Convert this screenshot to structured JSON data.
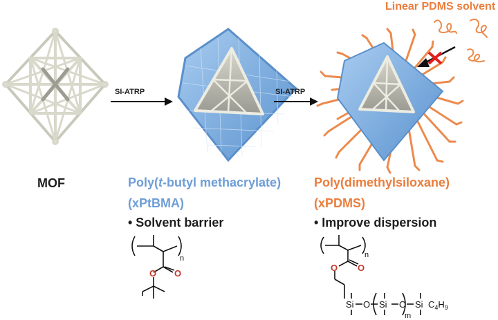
{
  "title_right": "Linear PDMS solvent",
  "arrow_left_label": "SI-ATRP",
  "arrow_right_label": "SI-ATRP",
  "mof_label": "MOF",
  "polymer1": {
    "name_prefix": "Poly(",
    "name_italic": "t",
    "name_suffix": "-butyl methacrylate)",
    "abbr": "(xPtBMA)",
    "bullet": "• Solvent barrier",
    "subscript_n": "n"
  },
  "polymer2": {
    "name": "Poly(dimethylsiloxane)",
    "abbr": "(xPDMS)",
    "bullet": "• Improve dispersion",
    "subscript_n": "n",
    "subscript_m": "m",
    "atom_o": "O",
    "atom_si": "Si",
    "end_group": "C4H9"
  },
  "colors": {
    "blue": "#6e9ed6",
    "orange": "#ea7d3c",
    "red_o": "#c0392b",
    "frame": "#ddddd0",
    "cross": "#e0201c"
  }
}
